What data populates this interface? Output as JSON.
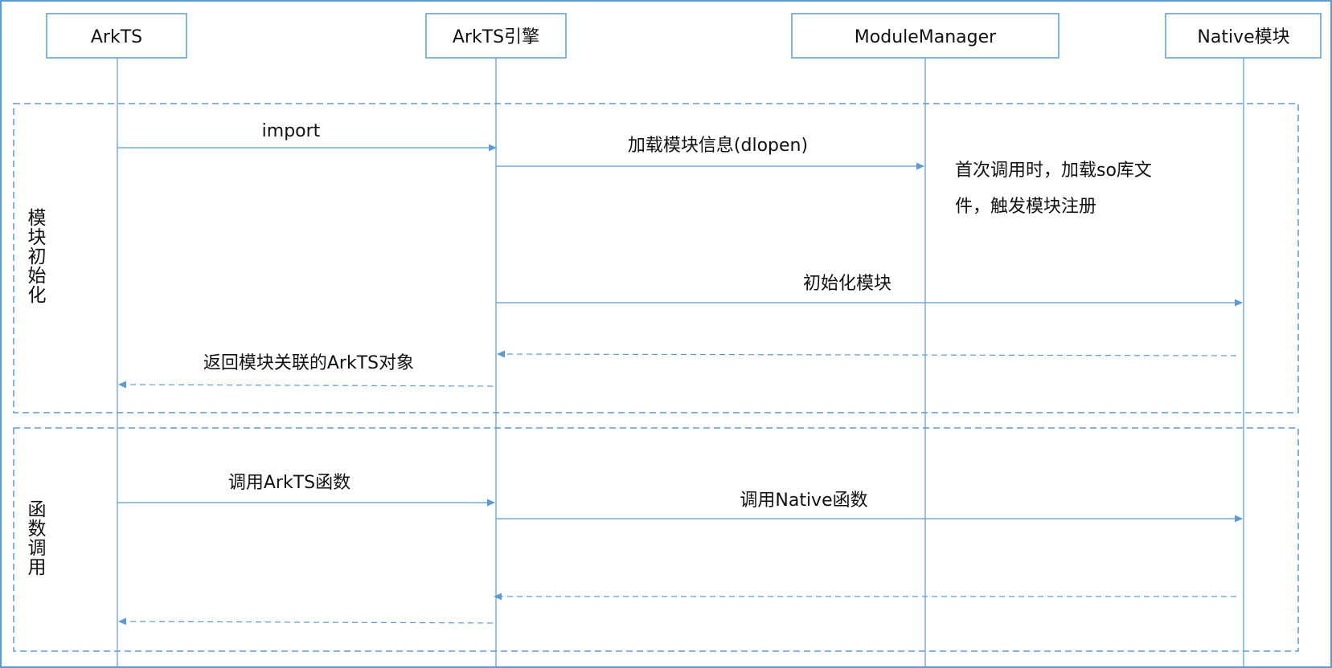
{
  "colors": {
    "line": "#5b9bd5",
    "text": "#111111",
    "background": "#ffffff"
  },
  "participants": [
    "ArkTS",
    "ArkTS引擎",
    "ModuleManager",
    "Native模块"
  ],
  "groups": [
    {
      "label": [
        "模",
        "块",
        "初",
        "始",
        "化"
      ]
    },
    {
      "label": [
        "函",
        "数",
        "调",
        "用"
      ]
    }
  ],
  "messages": {
    "import": "import",
    "load_module_info": "加载模块信息(dlopen)",
    "init_module": "初始化模块",
    "return_module_object": "返回模块关联的ArkTS对象",
    "call_arkts_function": "调用ArkTS函数",
    "call_native_function": "调用Native函数"
  },
  "note": {
    "lines": [
      "首次调用时，加载so库文",
      "件，触发模块注册"
    ]
  }
}
